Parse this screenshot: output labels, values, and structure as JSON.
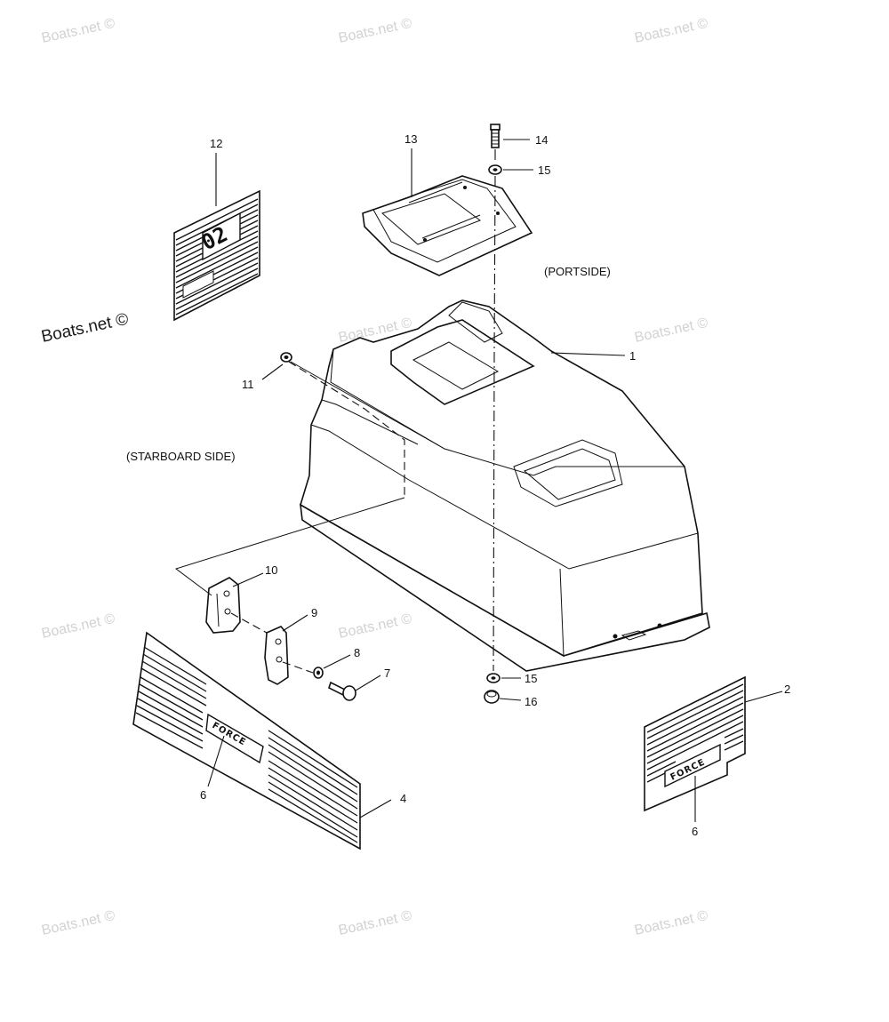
{
  "watermark": {
    "text": "Boats.net ©"
  },
  "side_labels": {
    "portside": "(PORTSIDE)",
    "starboard": "(STARBOARD SIDE)"
  },
  "decal_text": {
    "model_number": "02",
    "brand": "FORCE"
  },
  "callouts": {
    "cowl": "1",
    "decal_port": "2",
    "decal_starboard": "4",
    "emblem_starboard": "6",
    "emblem_port": "6",
    "screw": "7",
    "washer_latch": "8",
    "latch_bracket": "9",
    "latch_plate": "10",
    "grommet": "11",
    "model_decal": "12",
    "top_cover": "13",
    "bolt": "14",
    "washer_top": "15",
    "washer_bottom": "15",
    "nut": "16"
  }
}
